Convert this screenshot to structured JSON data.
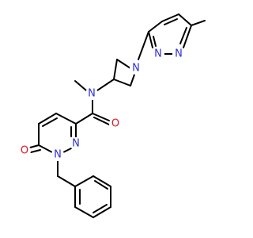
{
  "colors": {
    "bond": "#000000",
    "nitrogen": "#2f2fd6",
    "oxygen": "#e8141d",
    "background": "#ffffff"
  },
  "atoms": {
    "n_methyl_pyridazine_1": "N",
    "n_methyl_pyridazine_2": "N",
    "n_azetidine": "N",
    "n_amide": "N",
    "o_amide": "O",
    "n_pyridazinone_2": "N",
    "n_pyridazinone_1": "N",
    "o_ketone": "O"
  }
}
